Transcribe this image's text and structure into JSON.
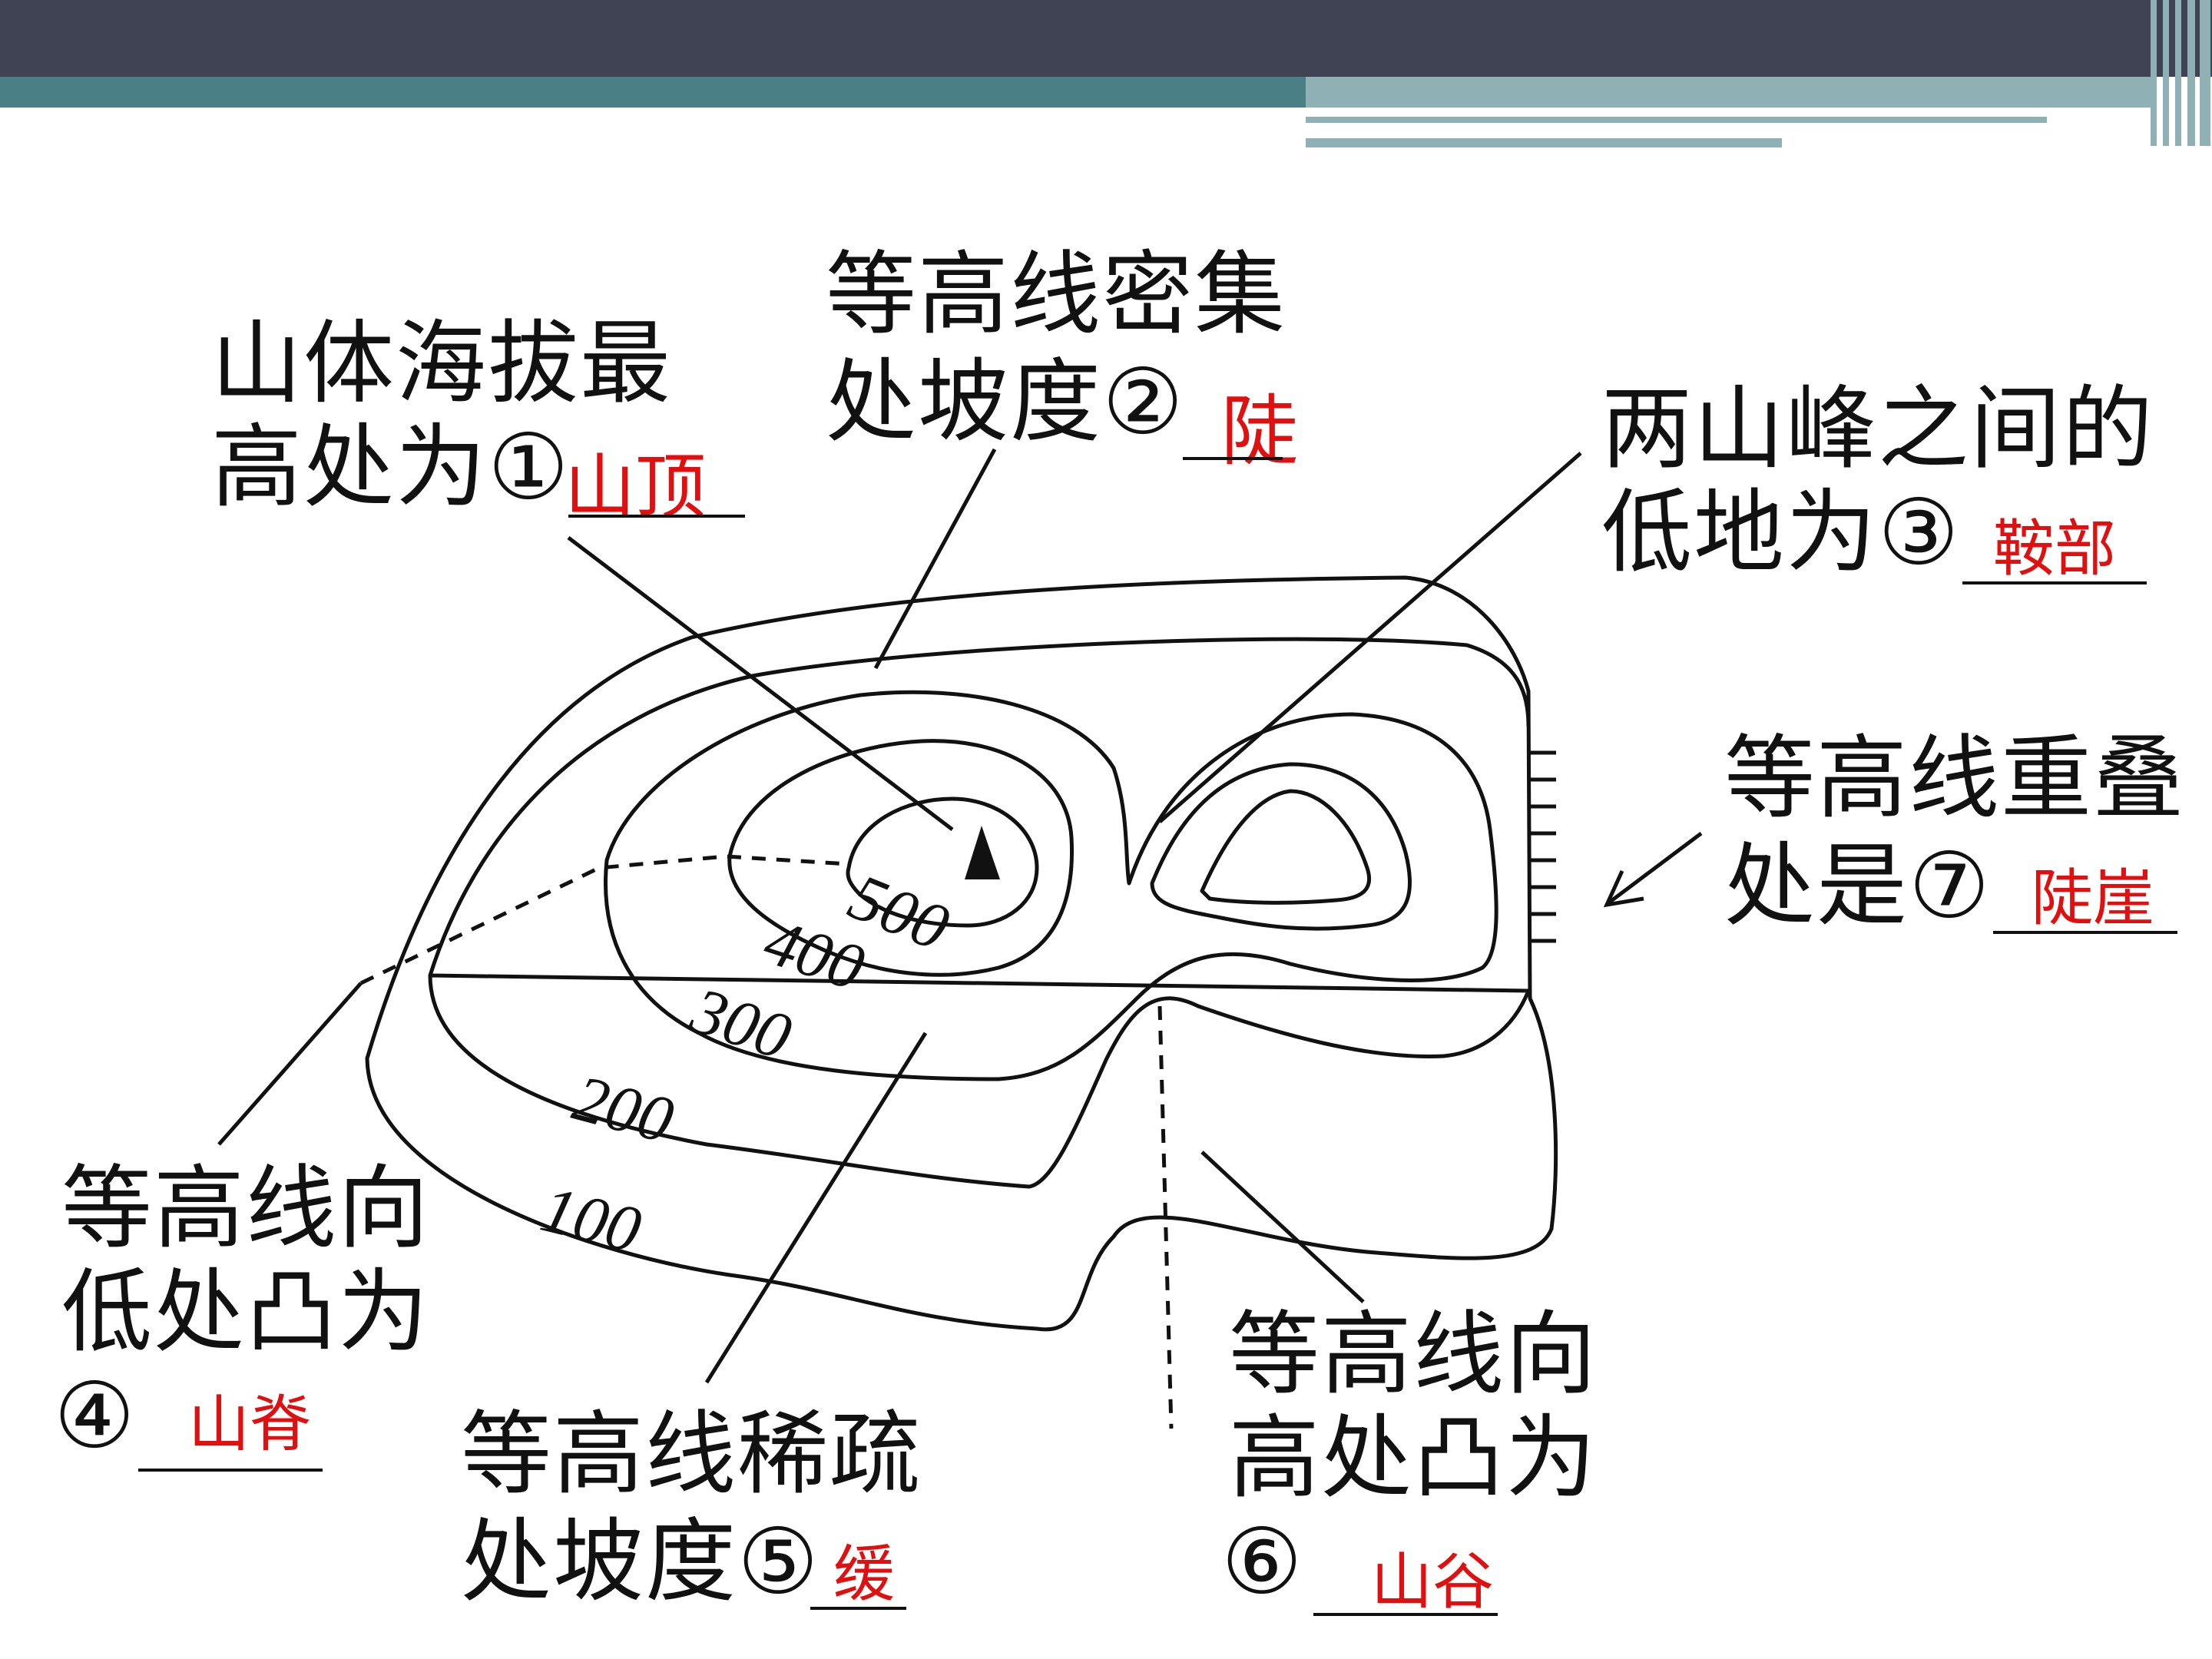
{
  "labels": {
    "summit_1": "山体海拔最",
    "summit_2": "高处为①",
    "dense_1": "等高线密集",
    "dense_2": "处坡度②",
    "saddle_1": "两山峰之间的",
    "saddle_2": "低地为③",
    "overlap_1": "等高线重叠",
    "overlap_2": "处是⑦",
    "ridge_1": "等高线向",
    "ridge_2": "低处凸为",
    "ridge_3": "④",
    "sparse_1": "等高线稀疏",
    "sparse_2": "处坡度⑤",
    "valley_1": "等高线向",
    "valley_2": "高处凸为",
    "valley_3": "⑥"
  },
  "answers": {
    "summit": "山顶",
    "dense": "陡",
    "saddle": "鞍部",
    "overlap": "陡崖",
    "ridge": "山脊",
    "sparse": "缓",
    "valley": "山谷"
  },
  "contours": [
    "100",
    "200",
    "300",
    "400",
    "500"
  ],
  "colors": {
    "banner": "#3f4354",
    "band": "#4a7f86",
    "band_light": "#8fb0b4",
    "answer": "#e01010",
    "ink": "#111111"
  },
  "icons": {
    "peak": "peak-triangle-icon"
  }
}
